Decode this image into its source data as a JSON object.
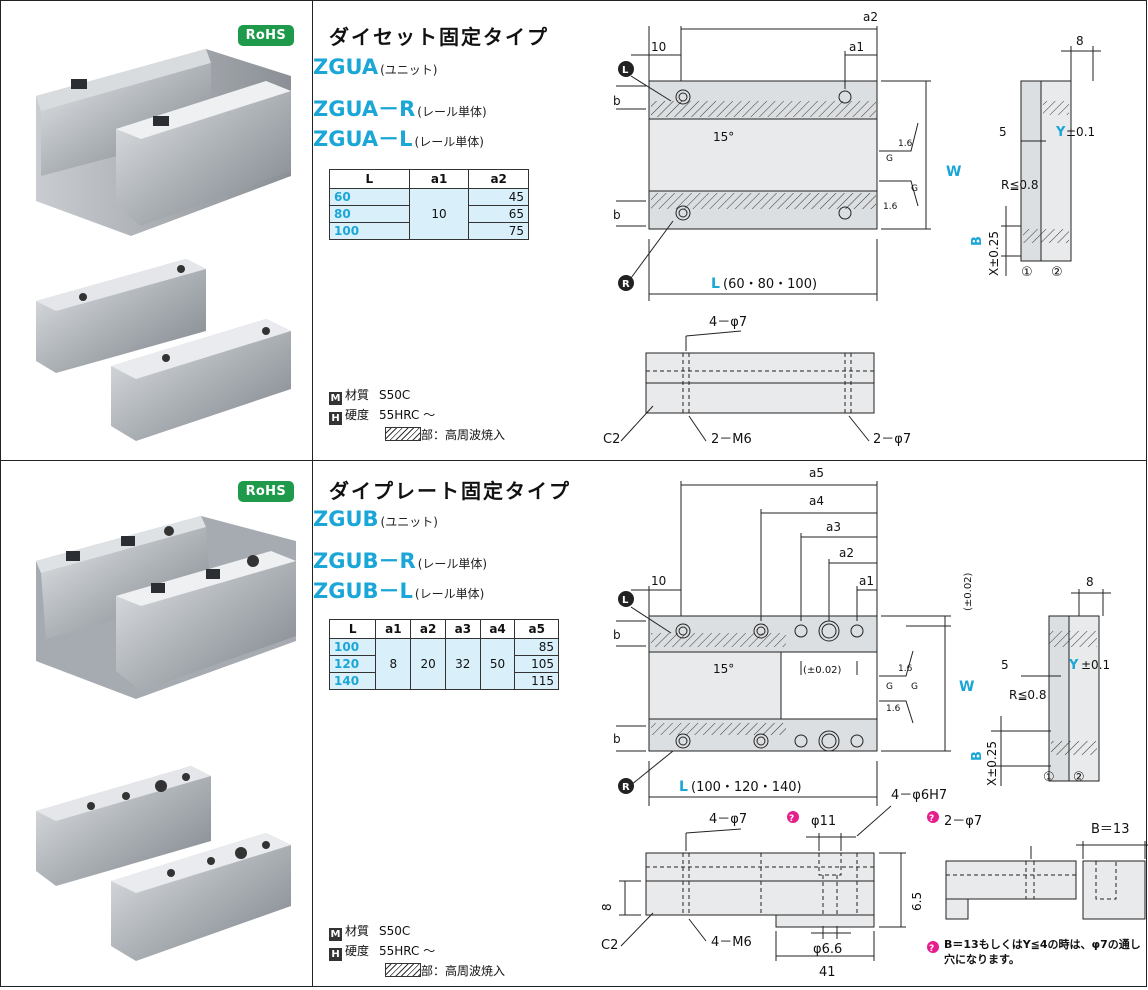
{
  "sections": [
    {
      "rohs": "RoHS",
      "title": "ダイセット固定タイプ",
      "part_numbers": [
        {
          "code": "ZGUA",
          "note": "(ユニット)"
        },
        {
          "code": "ZGUA－R",
          "note": "(レール単体)"
        },
        {
          "code": "ZGUA－L",
          "note": "(レール単体)"
        }
      ],
      "table": {
        "headers": [
          "L",
          "a1",
          "a2"
        ],
        "rows": [
          [
            "60",
            "10",
            "45"
          ],
          [
            "80",
            "",
            "65"
          ],
          [
            "100",
            "",
            "75"
          ]
        ]
      },
      "material_label": "材質",
      "material_value": "S50C",
      "material_badge": "M",
      "hardness_label": "硬度",
      "hardness_value": "55HRC ～",
      "hardness_badge": "H",
      "hatch_note": "部：高周波焼入",
      "drawing": {
        "a2": "a2",
        "a1": "a1",
        "d10": "10",
        "b": "b",
        "angle": "15°",
        "L_label": "L",
        "L_values": "(60・80・100)",
        "W": "W",
        "rough": "1.6",
        "G": "G",
        "d8": "8",
        "d5": "5",
        "Y": "Y",
        "ytol": "±0.1",
        "R": "R≦0.8",
        "B": "B",
        "Xtol": "X±0.25",
        "p1": "①",
        "p2": "②",
        "holes_top": "4－φ7",
        "c2": "C2",
        "m6": "2－M6",
        "holes_side": "2－φ7",
        "mark_L": "L",
        "mark_R": "R"
      }
    },
    {
      "rohs": "RoHS",
      "title": "ダイプレート固定タイプ",
      "part_numbers": [
        {
          "code": "ZGUB",
          "note": "(ユニット)"
        },
        {
          "code": "ZGUB－R",
          "note": "(レール単体)"
        },
        {
          "code": "ZGUB－L",
          "note": "(レール単体)"
        }
      ],
      "table": {
        "headers": [
          "L",
          "a1",
          "a2",
          "a3",
          "a4",
          "a5"
        ],
        "rows": [
          [
            "100",
            "8",
            "20",
            "32",
            "50",
            "85"
          ],
          [
            "120",
            "",
            "",
            "",
            "",
            "105"
          ],
          [
            "140",
            "",
            "",
            "",
            "",
            "115"
          ]
        ]
      },
      "material_label": "材質",
      "material_value": "S50C",
      "material_badge": "M",
      "hardness_label": "硬度",
      "hardness_value": "55HRC ～",
      "hardness_badge": "H",
      "hatch_note": "部：高周波焼入",
      "drawing": {
        "a5": "a5",
        "a4": "a4",
        "a3": "a3",
        "a2": "a2",
        "a1": "a1",
        "d10": "10",
        "b": "b",
        "angle": "15°",
        "tol": "(±0.02)",
        "L_label": "L",
        "L_values": "(100・120・140)",
        "W": "W",
        "rough": "1.6",
        "G": "G",
        "d8": "8",
        "d5": "5",
        "Y": "Y",
        "ytol": "±0.1",
        "R": "R≦0.8",
        "B": "B",
        "Xtol": "X±0.25",
        "p1": "①",
        "p2": "②",
        "holes_top": "4－φ7",
        "phi11": "φ11",
        "h7": "4－φ6H7",
        "phi66": "φ6.6",
        "d65": "6.5",
        "d41": "41",
        "c2": "C2",
        "m6": "4－M6",
        "detail_holes": "2－φ7",
        "detail_b": "B＝13",
        "note": "B＝13もしくはY≦4の時は、φ7の通し穴になります。",
        "mark_L": "L",
        "mark_R": "R"
      }
    }
  ]
}
